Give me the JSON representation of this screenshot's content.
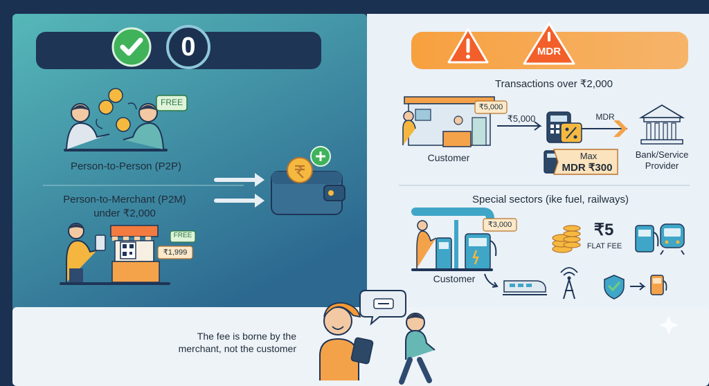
{
  "left_panel": {
    "zero_badge": "0",
    "p2p": {
      "label": "Person-to-Person (P2P)",
      "free_tag": "FREE"
    },
    "p2m": {
      "label_line1": "Person-to-Merchant (P2M)",
      "label_line2": "under ₹2,000",
      "free_tag": "FREE",
      "price_tag": "₹1,999"
    }
  },
  "right_panel": {
    "header_badge": "MDR",
    "section1": {
      "title": "Transactions over ₹2,000",
      "price_tag": "₹5,000",
      "flow_amount": "₹5,000",
      "mdr_label": "MDR",
      "customer_label": "Customer",
      "max_line1": "Max",
      "max_line2": "MDR ₹300",
      "bank_line1": "Bank/Service",
      "bank_line2": "Provider"
    },
    "section2": {
      "title": "Special sectors (ike fuel, railways)",
      "price_tag": "₹3,000",
      "fee_amount": "₹5",
      "fee_label": "FLAT FEE",
      "customer_label": "Customer"
    }
  },
  "bottom": {
    "note_line1": "The fee is borne by the",
    "note_line2": "merchant, not the customer"
  },
  "colors": {
    "left_gradient_top": "#4fb0b6",
    "left_gradient_bottom": "#2f6f95",
    "orange": "#f4a24a",
    "green_check": "#3fb25a",
    "navy_bar": "#1e3556",
    "right_bg": "#e9f0f6"
  }
}
